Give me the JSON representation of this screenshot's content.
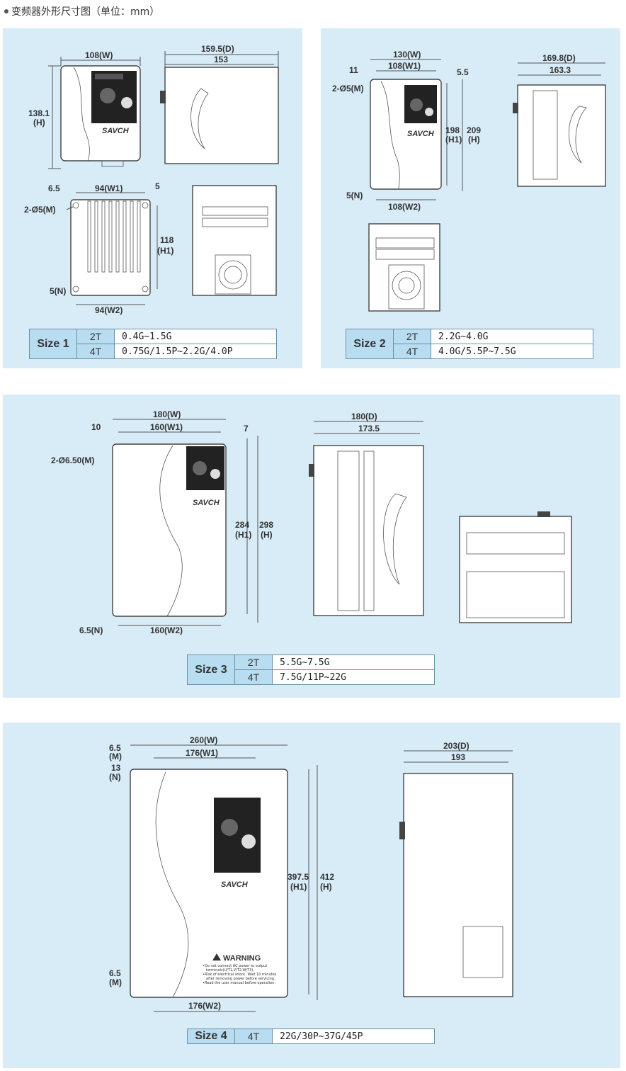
{
  "heading": "变频器外形尺寸图（单位：mm）",
  "sections": [
    {
      "size": "Size 1",
      "rows": [
        {
          "volt": "2T",
          "models": "0.4G~1.5G"
        },
        {
          "volt": "4T",
          "models": "0.75G/1.5P~2.2G/4.0P"
        }
      ],
      "dims": {
        "w": "108(W)",
        "h_val": "138.1",
        "h_lbl": "(H)",
        "d": "159.5(D)",
        "d2": "153",
        "w1": "94(W1)",
        "w2": "94(W2)",
        "a1": "6.5",
        "a2": "5",
        "hole": "2-Ø5(M)",
        "n": "5(N)",
        "h1_val": "118",
        "h1_lbl": "(H1)"
      }
    },
    {
      "size": "Size 2",
      "rows": [
        {
          "volt": "2T",
          "models": "2.2G~4.0G"
        },
        {
          "volt": "4T",
          "models": "4.0G/5.5P~7.5G"
        }
      ],
      "dims": {
        "w": "130(W)",
        "w1": "108(W1)",
        "a1": "11",
        "a2": "5.5",
        "hole": "2-Ø5(M)",
        "h1_val": "198",
        "h1_lbl": "(H1)",
        "h_val": "209",
        "h_lbl": "(H)",
        "n": "5(N)",
        "w2": "108(W2)",
        "d": "169.8(D)",
        "d2": "163.3"
      }
    },
    {
      "size": "Size 3",
      "rows": [
        {
          "volt": "2T",
          "models": "5.5G~7.5G"
        },
        {
          "volt": "4T",
          "models": "7.5G/11P~22G"
        }
      ],
      "dims": {
        "w": "180(W)",
        "w1": "160(W1)",
        "a1": "10",
        "a2": "7",
        "hole": "2-Ø6.50(M)",
        "h1_val": "284",
        "h1_lbl": "(H1)",
        "h_val": "298",
        "h_lbl": "(H)",
        "n": "6.5(N)",
        "w2": "160(W2)",
        "d": "180(D)",
        "d2": "173.5"
      }
    },
    {
      "size": "Size 4",
      "rows": [
        {
          "volt": "4T",
          "models": "22G/30P~37G/45P"
        }
      ],
      "dims": {
        "w": "260(W)",
        "w1": "176(W1)",
        "m_top_val": "6.5",
        "m_top_lbl": "(M)",
        "n_val": "13",
        "n_lbl": "(N)",
        "h1_val": "397.5",
        "h1_lbl": "(H1)",
        "h_val": "412",
        "h_lbl": "(H)",
        "m_bot_val": "6.5",
        "m_bot_lbl": "(M)",
        "w2": "176(W2)",
        "d": "203(D)",
        "d2": "193"
      }
    }
  ],
  "brand": "SAVCH",
  "warning": {
    "title": "WARNING",
    "lines": [
      "•Do not connect AC power to output",
      "terminals(U/T1,V/T2,W/T3).",
      "•Risk of electrical shock. Wait 10 minutes",
      "after removing power before servicing.",
      "•Read the user manual before operation."
    ]
  }
}
